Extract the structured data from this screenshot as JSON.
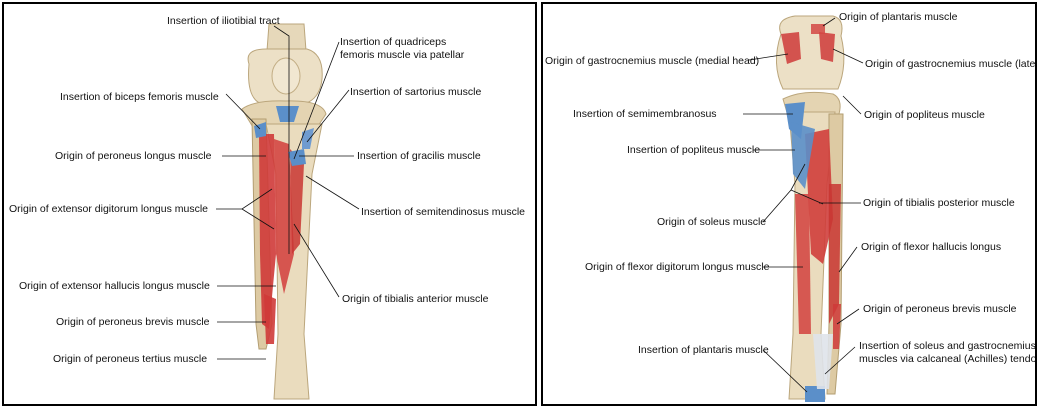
{
  "left_panel": {
    "labels": {
      "iliotibial": "Insertion of iliotibial tract",
      "quadriceps_1": "Insertion of quadriceps",
      "quadriceps_2": "femoris muscle via patellar",
      "biceps": "Insertion of biceps femoris muscle",
      "sartorius": "Insertion of sartorius muscle",
      "peroneus_longus": "Origin of peroneus longus muscle",
      "gracilis": "Insertion of gracilis muscle",
      "ext_digitorum": "Origin of extensor digitorum longus muscle",
      "semitendinosus": "Insertion of semitendinosus muscle",
      "ext_hallucis": "Origin of extensor hallucis longus muscle",
      "tibialis_anterior": "Origin of tibialis anterior muscle",
      "peroneus_brevis": "Origin of peroneus brevis muscle",
      "peroneus_tertius": "Origin of peroneus tertius muscle"
    }
  },
  "right_panel": {
    "labels": {
      "plantaris": "Origin of plantaris muscle",
      "gastro_medial": "Origin of gastrocnemius muscle (medial head)",
      "gastro_lateral": "Origin of gastrocnemius muscle (lateral",
      "semimembranosus": "Insertion of semimembranosus",
      "popliteus_origin": "Origin of popliteus muscle",
      "popliteus_insertion": "Insertion of popliteus muscle",
      "tibialis_posterior": "Origin of tibialis posterior muscle",
      "soleus": "Origin of soleus muscle",
      "flexor_hallucis": "Origin of flexor hallucis longus",
      "flexor_digitorum": "Origin of flexor digitorum longus muscle",
      "peroneus_brevis": "Origin of peroneus brevis muscle",
      "plantaris_insertion": "Insertion of plantaris muscle",
      "soleus_gastro_1": "Insertion of soleus and gastrocnemius",
      "soleus_gastro_2": "muscles via calcaneal (Achilles) tendon"
    }
  },
  "colors": {
    "bone": "#e9dcc0",
    "bone_shadow": "#c9b88f",
    "muscle_origin": "#cf3a38",
    "insertion": "#5b8fc9",
    "tendon": "#dfe3ea"
  }
}
